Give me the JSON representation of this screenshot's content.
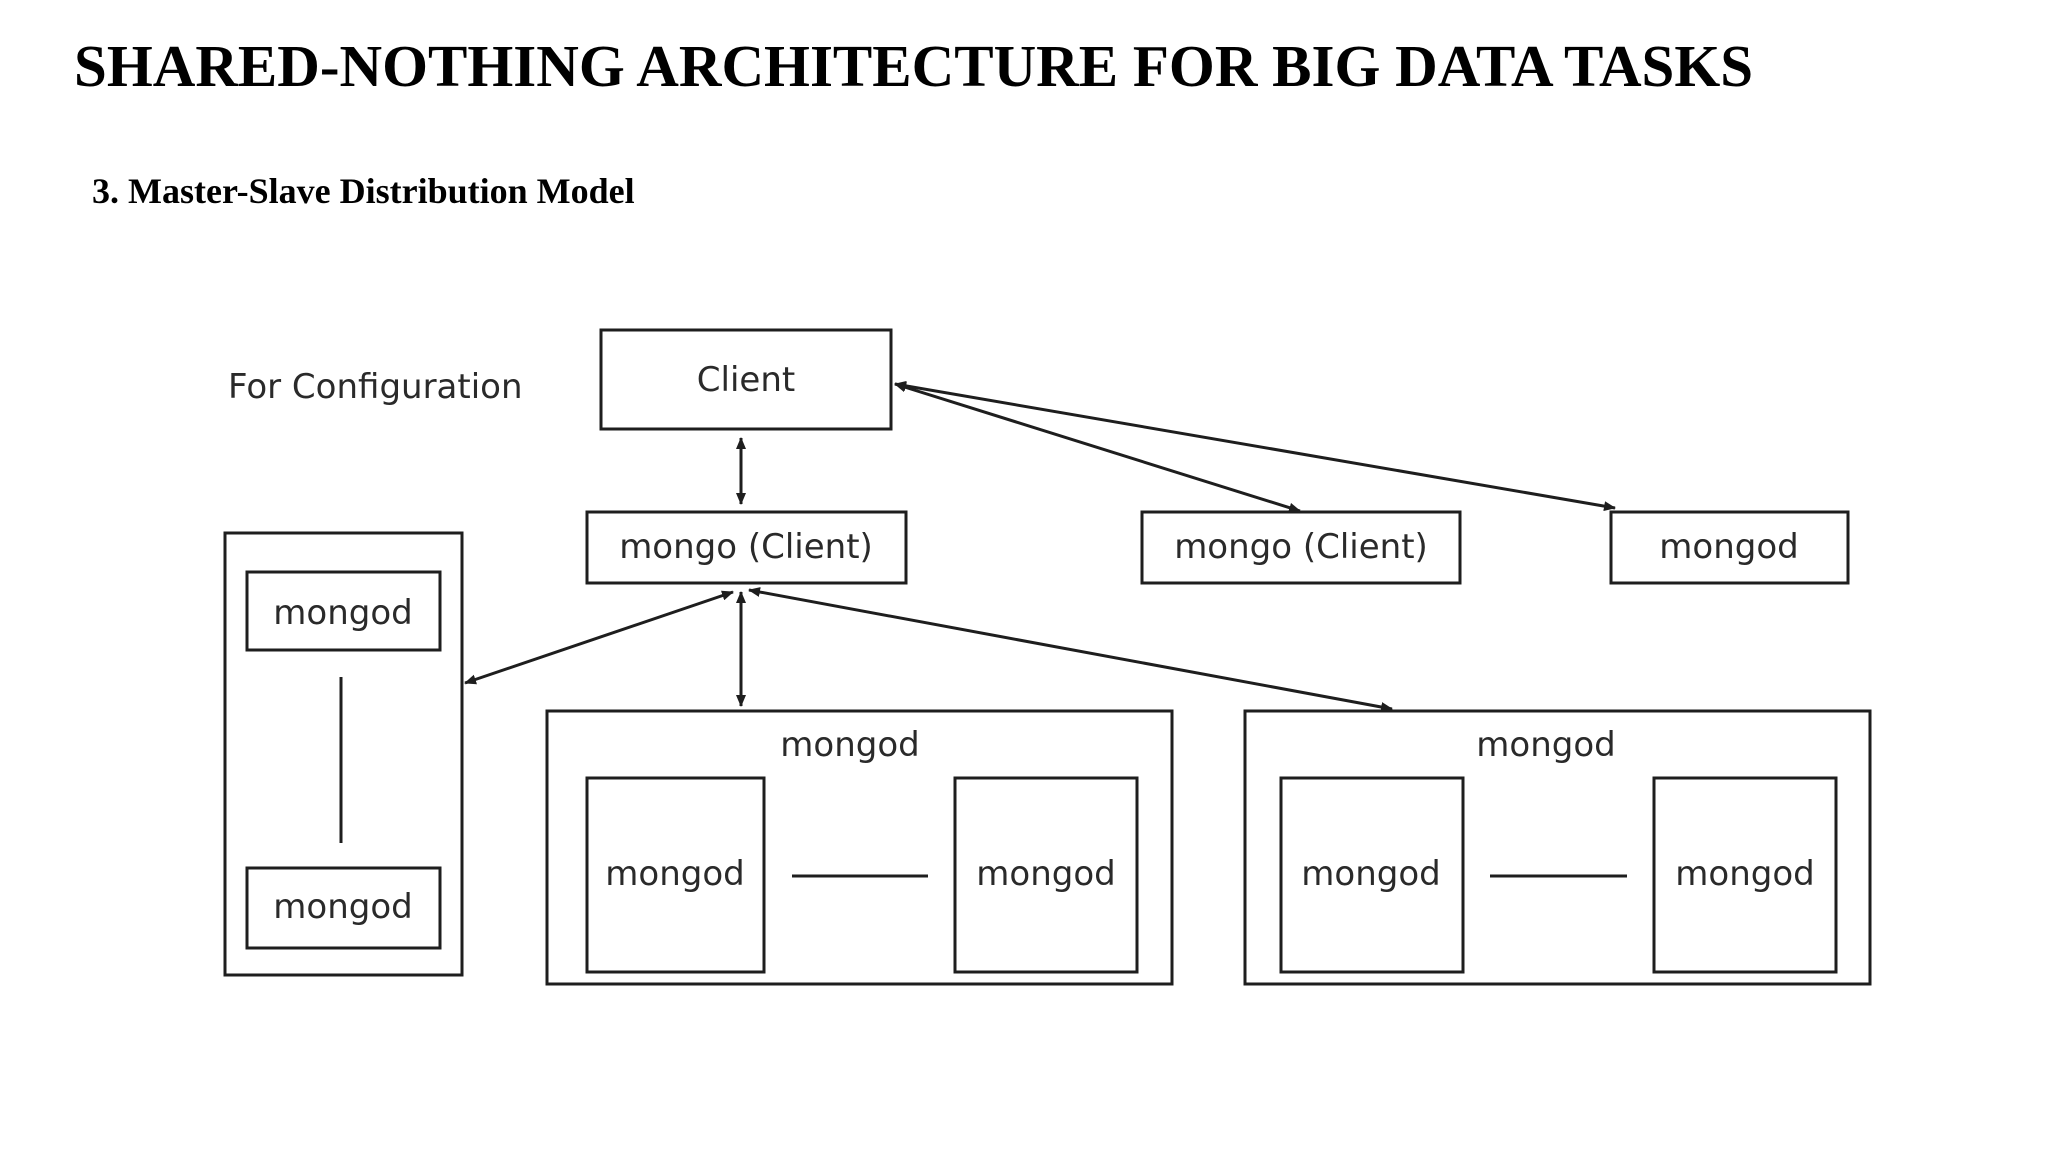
{
  "title": "SHARED-NOTHING ARCHITECTURE FOR BIG DATA TASKS",
  "subtitle": "3. Master-Slave Distribution Model",
  "diagram": {
    "config_label": "For Configuration",
    "client": "Client",
    "router_main": "mongo (Client)",
    "router_second": "mongo (Client)",
    "standalone_mongod": "mongod",
    "config_top": "mongod",
    "config_bottom": "mongod",
    "shard1_title": "mongod",
    "shard1_left": "mongod",
    "shard1_right": "mongod",
    "shard2_title": "mongod",
    "shard2_left": "mongod",
    "shard2_right": "mongod"
  },
  "colors": {
    "line": "#1e1e1e",
    "text": "#2a2a2a",
    "background": "#ffffff"
  }
}
